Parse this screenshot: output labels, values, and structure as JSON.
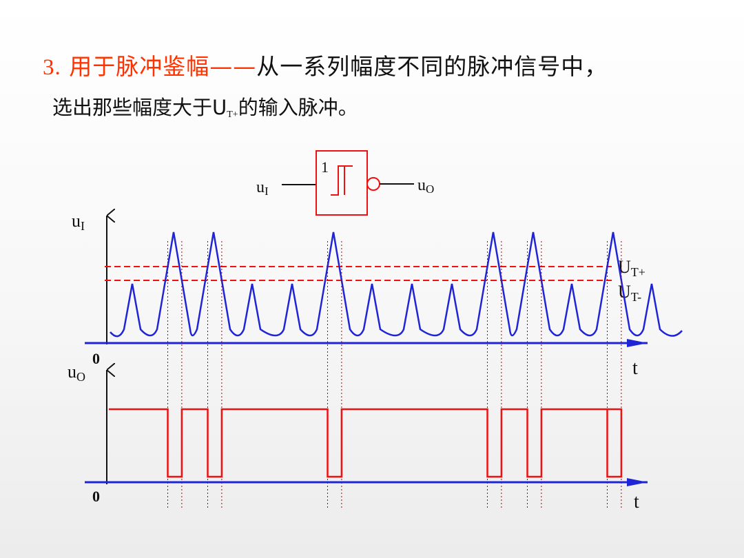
{
  "title": {
    "number": "3.",
    "heading": "用于脉冲鉴幅",
    "dash": "——",
    "text1": "从一系列幅度不同的脉冲信号中，",
    "text2a": "选出那些幅度大于U",
    "text2sub": "T+",
    "text2b": "的输入脉冲。"
  },
  "gate": {
    "symbol": "1",
    "input_label": "u",
    "input_sub": "I",
    "output_label": "u",
    "output_sub": "O"
  },
  "input_plot": {
    "y_label": "u",
    "y_sub": "I",
    "x_label": "t",
    "origin": "0",
    "upper_threshold": "U",
    "upper_threshold_sub": "T+",
    "lower_threshold": "U",
    "lower_threshold_sub": "T-",
    "pulse_heights": [
      "low",
      "high",
      "high",
      "low",
      "low",
      "high",
      "low",
      "low",
      "low",
      "high",
      "high",
      "low",
      "high",
      "low"
    ]
  },
  "output_plot": {
    "y_label": "u",
    "y_sub": "O",
    "x_label": "t",
    "origin": "0"
  },
  "colors": {
    "signal": "#1f24d6",
    "threshold": "#ee1111",
    "output": "#ee1111",
    "accent": "#ff3300",
    "guide": "#aa0000"
  }
}
